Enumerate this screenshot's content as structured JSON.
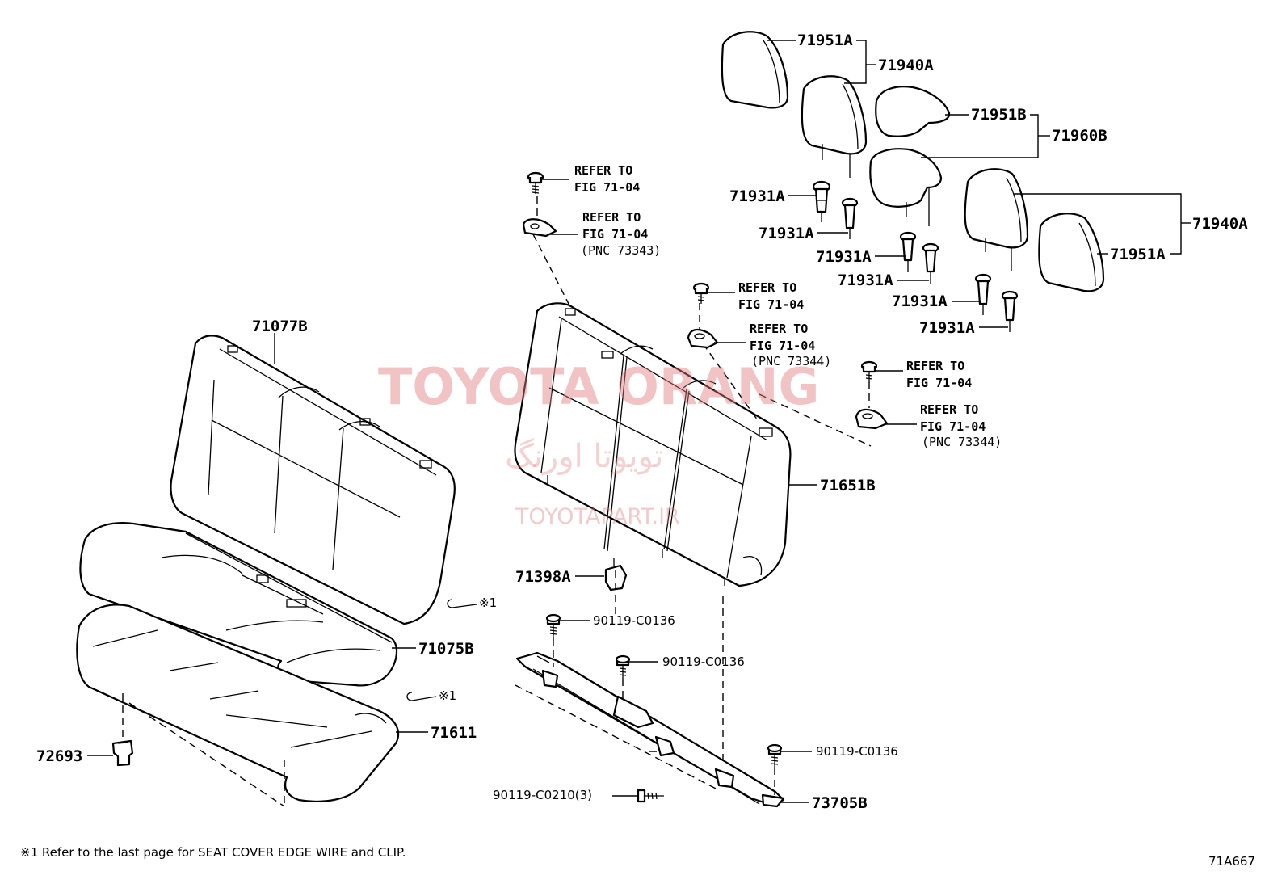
{
  "labels": {
    "p71951A_top": "71951A",
    "p71940A_top": "71940A",
    "p71951B": "71951B",
    "p71960B": "71960B",
    "p71931A_1": "71931A",
    "p71931A_2": "71931A",
    "p71931A_3": "71931A",
    "p71931A_4": "71931A",
    "p71931A_5": "71931A",
    "p71931A_6": "71931A",
    "p71940A_right": "71940A",
    "p71951A_right": "71951A",
    "p71077B": "71077B",
    "p71651B": "71651B",
    "p71398A": "71398A",
    "p71075B": "71075B",
    "p71611": "71611",
    "p72693": "72693",
    "p90119_1": "90119-C0136",
    "p90119_2": "90119-C0136",
    "p90119_3": "90119-C0136",
    "p90119_c0210": "90119-C0210(3)",
    "p73705B": "73705B"
  },
  "refers": {
    "r1_line1": "REFER TO",
    "r1_line2": "FIG 71-04",
    "r2_line1": "REFER TO",
    "r2_line2": "FIG 71-04",
    "r2_pnc": "(PNC 73343)",
    "r3_line1": "REFER TO",
    "r3_line2": "FIG 71-04",
    "r4_line1": "REFER TO",
    "r4_line2": "FIG 71-04",
    "r4_pnc": "(PNC 73344)",
    "r5_line1": "REFER TO",
    "r5_line2": "FIG 71-04",
    "r6_line1": "REFER TO",
    "r6_line2": "FIG 71-04",
    "r6_pnc": "(PNC 73344)"
  },
  "clips": {
    "clip1": "※1",
    "clip2": "※1"
  },
  "footnote": "※1  Refer to the last page for SEAT COVER EDGE WIRE and CLIP.",
  "figure_code": "71A667",
  "watermark": {
    "line1": "TOYOTA ORANG",
    "line2": "تویوتا اورنگ",
    "line3": "TOYOTAPART.IR"
  }
}
